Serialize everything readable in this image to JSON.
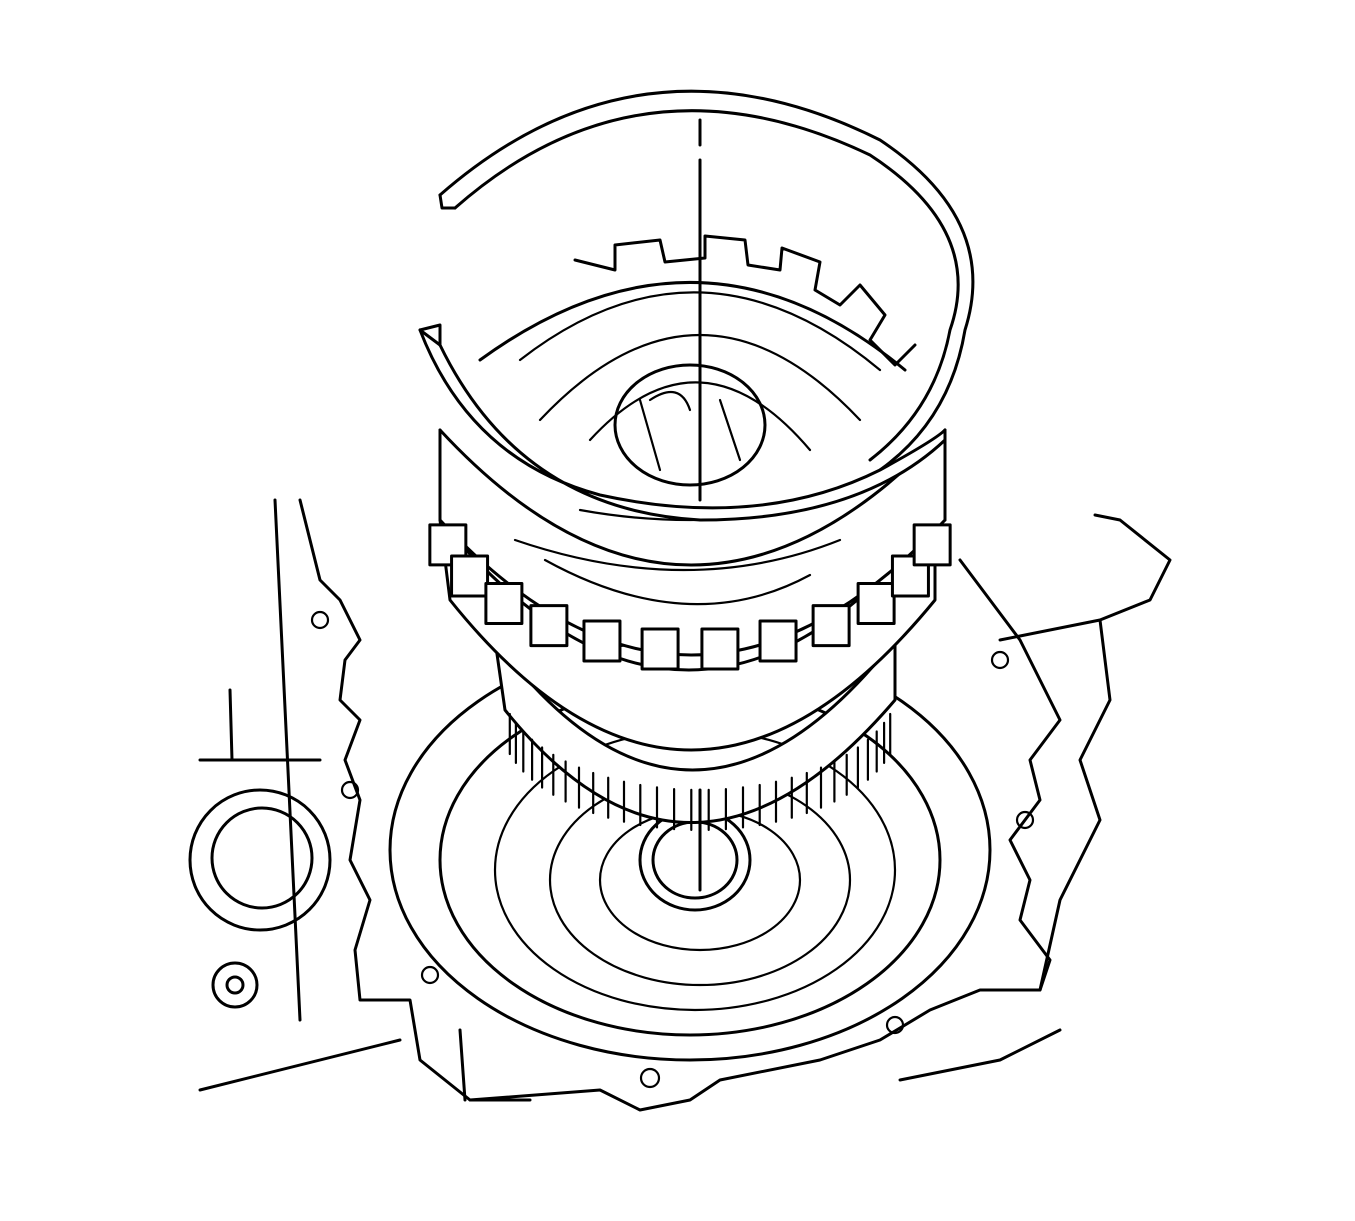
{
  "diagram": {
    "kind": "technical line illustration",
    "colors": {
      "line": "#000000",
      "background": "#ffffff"
    },
    "components": [
      "snap-ring",
      "clutch-housing",
      "reaction-sun-gear-shell",
      "transaxle-case"
    ]
  }
}
